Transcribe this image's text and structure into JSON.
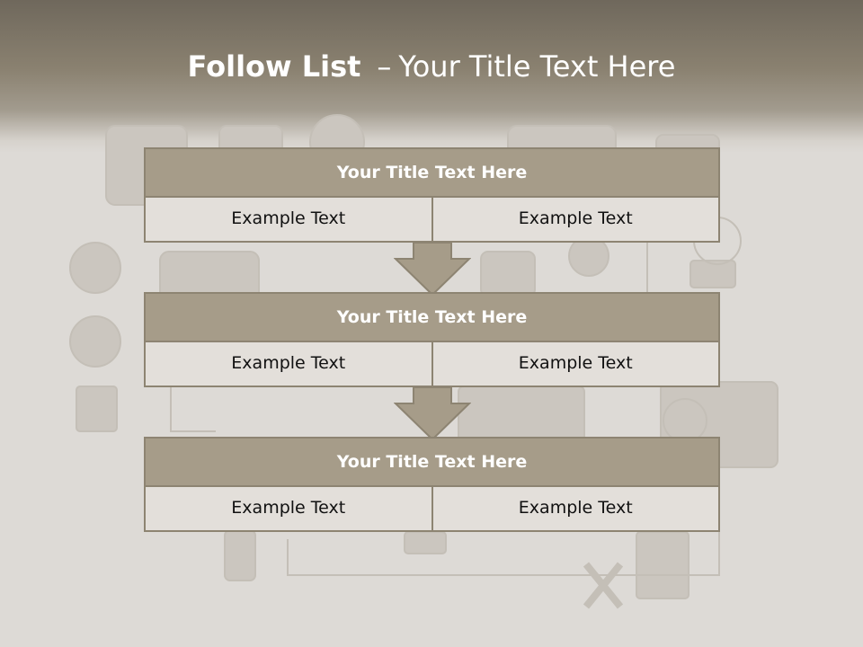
{
  "slide": {
    "title_bold": "Follow List",
    "title_dash": "–",
    "title_rest": "Your Title Text Here"
  },
  "blocks": [
    {
      "title": "Your Title Text Here",
      "left": "Example Text",
      "right": "Example Text"
    },
    {
      "title": "Your Title Text Here",
      "left": "Example Text",
      "right": "Example Text"
    },
    {
      "title": "Your Title Text Here",
      "left": "Example Text",
      "right": "Example Text"
    }
  ],
  "colors": {
    "header_fill": "#a69c89",
    "cell_fill": "#e3dfda",
    "border": "#8d8472",
    "arrow_fill": "#a69c89"
  }
}
